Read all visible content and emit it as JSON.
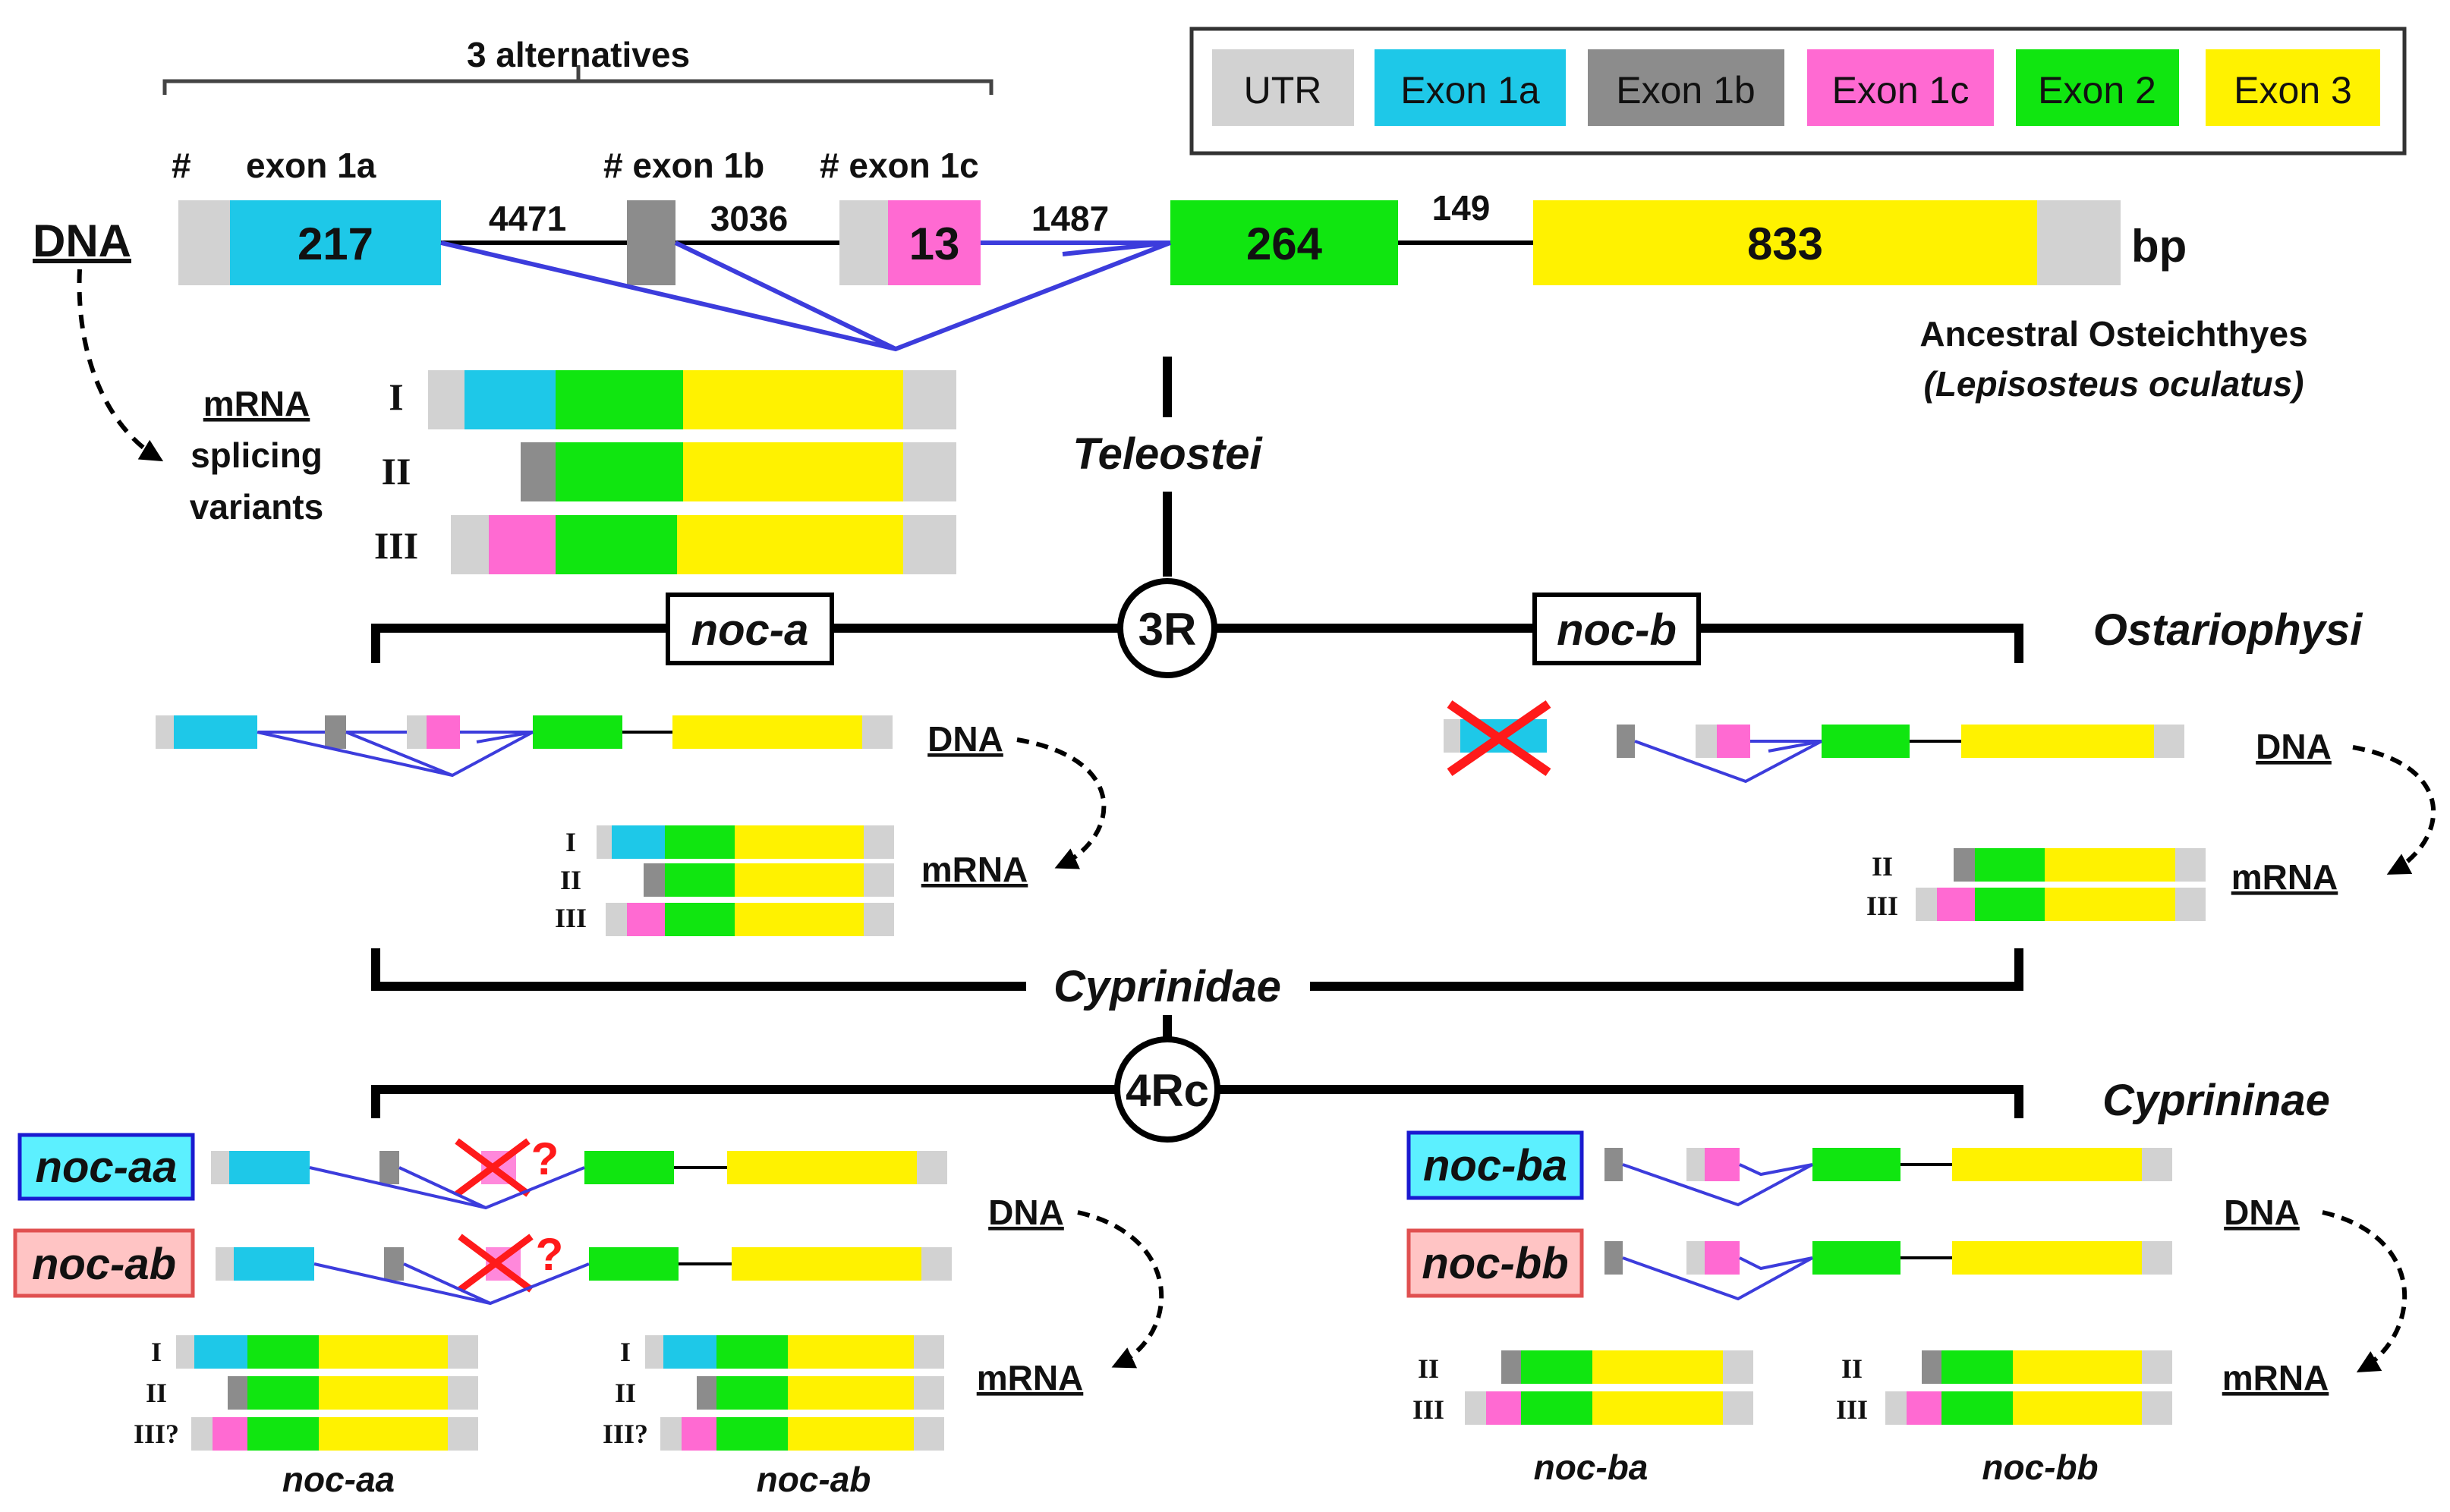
{
  "colors": {
    "utr": "#d2d2d2",
    "exon1a": "#1ec8e8",
    "exon1b": "#8c8c8c",
    "exon1c": "#ff6ad2",
    "exon2": "#10e610",
    "exon3": "#fff200",
    "splice": "#3c3cdc",
    "tree": "#000000",
    "loss": "#ff1a1a",
    "box_aa_fill": "#5cf0ff",
    "box_aa_border": "#1a1ad0",
    "box_bb_fill": "#ffc4c4",
    "box_bb_border": "#e05050"
  },
  "legend": {
    "items": [
      "UTR",
      "Exon 1a",
      "Exon 1b",
      "Exon 1c",
      "Exon 2",
      "Exon 3"
    ]
  },
  "header": {
    "alternatives": "3 alternatives",
    "hash1": "#",
    "exon1a": "exon 1a",
    "exon1b": "# exon 1b",
    "exon1c": "# exon 1c"
  },
  "ancestral": {
    "dna_label": "DNA",
    "exon1a_len": "217",
    "intron1": "4471",
    "intron2": "3036",
    "exon1c_len": "13",
    "intron3": "1487",
    "exon2_len": "264",
    "intron4": "149",
    "exon3_len": "833",
    "unit": "bp",
    "species_line1": "Ancestral Osteichthyes",
    "species_line2": "(Lepisosteus oculatus)",
    "mrna_label": "mRNA",
    "splicing_line1": "splicing",
    "splicing_line2": "variants",
    "variant_I": "I",
    "variant_II": "II",
    "variant_III": "III"
  },
  "tree": {
    "teleostei": "Teleostei",
    "ostariophysi": "Ostariophysi",
    "event_3r": "3R",
    "noc_a": "noc-a",
    "noc_b": "noc-b",
    "cyprinidae": "Cyprinidae",
    "event_4rc": "4Rc",
    "cyprininae": "Cyprininae"
  },
  "noc_a": {
    "dna": "DNA",
    "mrna": "mRNA",
    "I": "I",
    "II": "II",
    "III": "III"
  },
  "noc_b": {
    "dna": "DNA",
    "mrna": "mRNA",
    "II": "II",
    "III": "III"
  },
  "cyprininae": {
    "noc_aa": "noc-aa",
    "noc_ab": "noc-ab",
    "noc_ba": "noc-ba",
    "noc_bb": "noc-bb",
    "question": "?",
    "dna_left": "DNA",
    "mrna_left": "mRNA",
    "dna_right": "DNA",
    "mrna_right": "mRNA",
    "I": "I",
    "II": "II",
    "III_q": "III?",
    "III": "III",
    "cap_aa": "noc-aa",
    "cap_ab": "noc-ab",
    "cap_ba": "noc-ba",
    "cap_bb": "noc-bb"
  }
}
